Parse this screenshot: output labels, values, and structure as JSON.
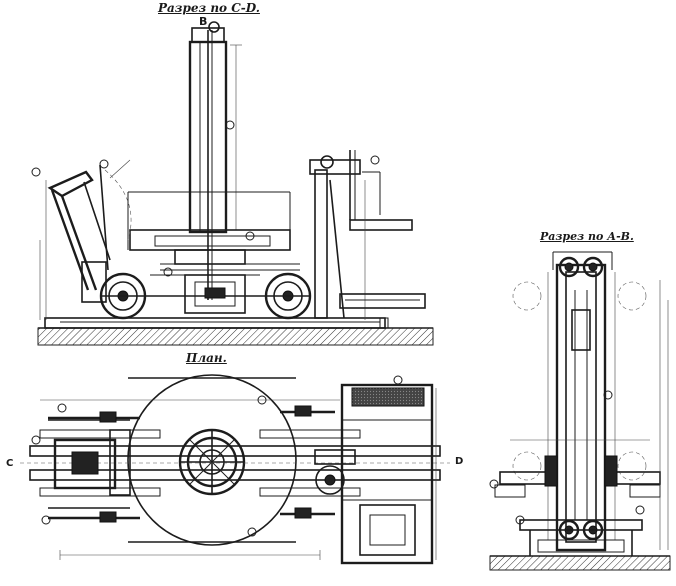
{
  "drawing": {
    "section_cd_title": "Разрез по C-D.",
    "section_ab_title": "Разрез по А-В.",
    "plan_title": "План.",
    "mark_b": "B",
    "mark_c": "C",
    "mark_d": "D"
  }
}
